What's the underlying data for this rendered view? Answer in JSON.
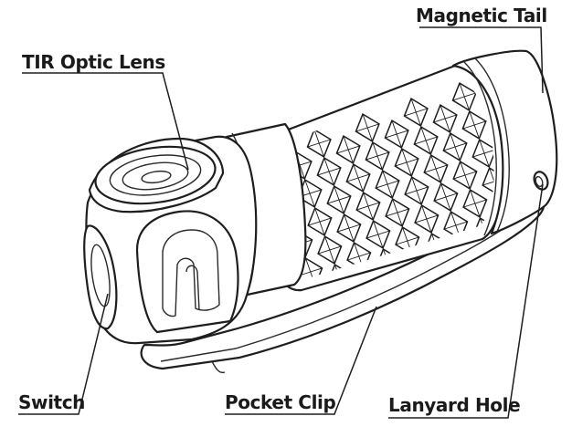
{
  "labels": {
    "tir_optic_lens": "TIR Optic Lens",
    "magnetic_tail": "Magnetic Tail",
    "switch": "Switch",
    "pocket_clip": "Pocket Clip",
    "lanyard_hole": "Lanyard Hole"
  },
  "colors": {
    "line": "#1e1e1e",
    "background": "#ffffff",
    "text": "#1a1a1a"
  }
}
